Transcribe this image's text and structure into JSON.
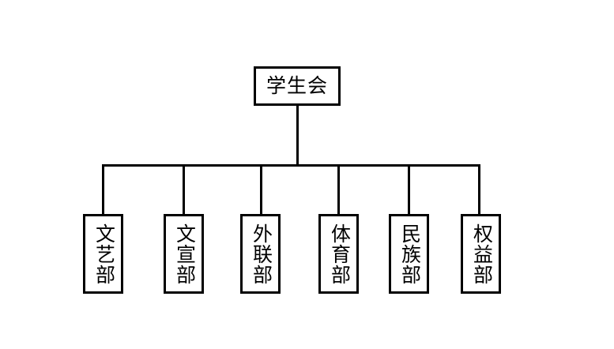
{
  "diagram": {
    "type": "organizational-chart",
    "title_text": "",
    "background_color": "#ffffff",
    "line_color": "#000000",
    "text_color": "#000000",
    "root": {
      "label": "学生会",
      "orientation": "horizontal"
    },
    "children": [
      {
        "label": "文艺部",
        "orientation": "vertical"
      },
      {
        "label": "文宣部",
        "orientation": "vertical"
      },
      {
        "label": "外联部",
        "orientation": "vertical"
      },
      {
        "label": "体育部",
        "orientation": "vertical"
      },
      {
        "label": "民族部",
        "orientation": "vertical"
      },
      {
        "label": "权益部",
        "orientation": "vertical"
      }
    ]
  }
}
